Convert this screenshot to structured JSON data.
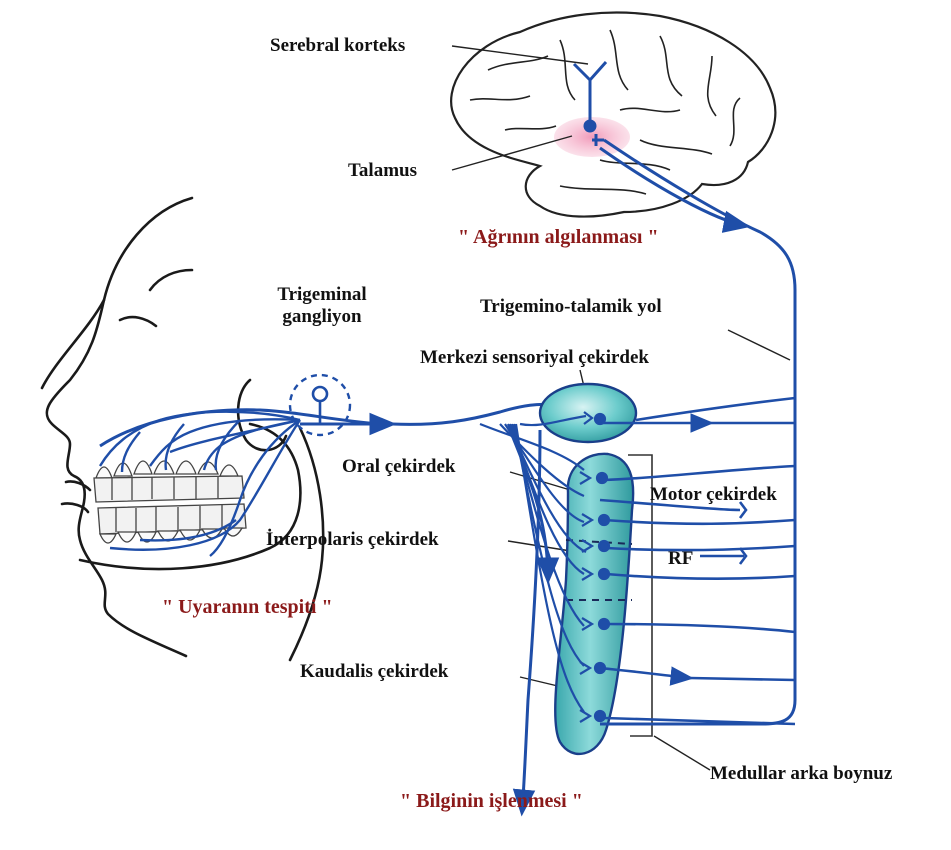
{
  "labels": {
    "cortex": "Serebral korteks",
    "thalamus": "Talamus",
    "perception": "\" Ağrının algılanması \"",
    "ganglion_line1": "Trigeminal",
    "ganglion_line2": "gangliyon",
    "tract": "Trigemino-talamik yol",
    "main_sensory": "Merkezi sensoriyal çekirdek",
    "oral": "Oral çekirdek",
    "motor": "Motor çekirdek",
    "interpolar": "İnterpolaris çekirdek",
    "rf": "RF",
    "detection": "\" Uyaranın tespiti \"",
    "caudal": "Kaudalis çekirdek",
    "dorsal_horn": "Medullar arka boynuz",
    "processing": "\" Bilginin işlenmesi \""
  },
  "colors": {
    "nerve": "#1f4ea8",
    "nucleus": "#5cc4c4",
    "thalamus_glow": "#f2a8c2",
    "outline": "#222222",
    "annotation": "#8b1a1a"
  }
}
